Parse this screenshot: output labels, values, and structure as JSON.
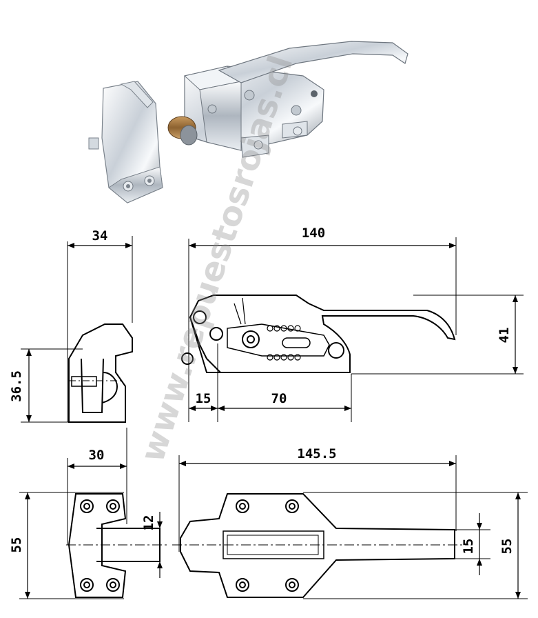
{
  "watermark": "www.repuestosrojas.cl",
  "dimensions": {
    "d34": "34",
    "d140": "140",
    "d41": "41",
    "d36_5": "36.5",
    "d15": "15",
    "d70": "70",
    "d30": "30",
    "d145_5": "145.5",
    "d12": "12",
    "d55_left": "55",
    "d15_right": "15",
    "d55_right": "55"
  },
  "colors": {
    "chrome_light": "#f4f6f8",
    "chrome_mid": "#b9c0c8",
    "chrome_dark": "#6f7780",
    "roller": "#a5783f",
    "line": "#000000",
    "watermark": "#8c8c8c"
  }
}
